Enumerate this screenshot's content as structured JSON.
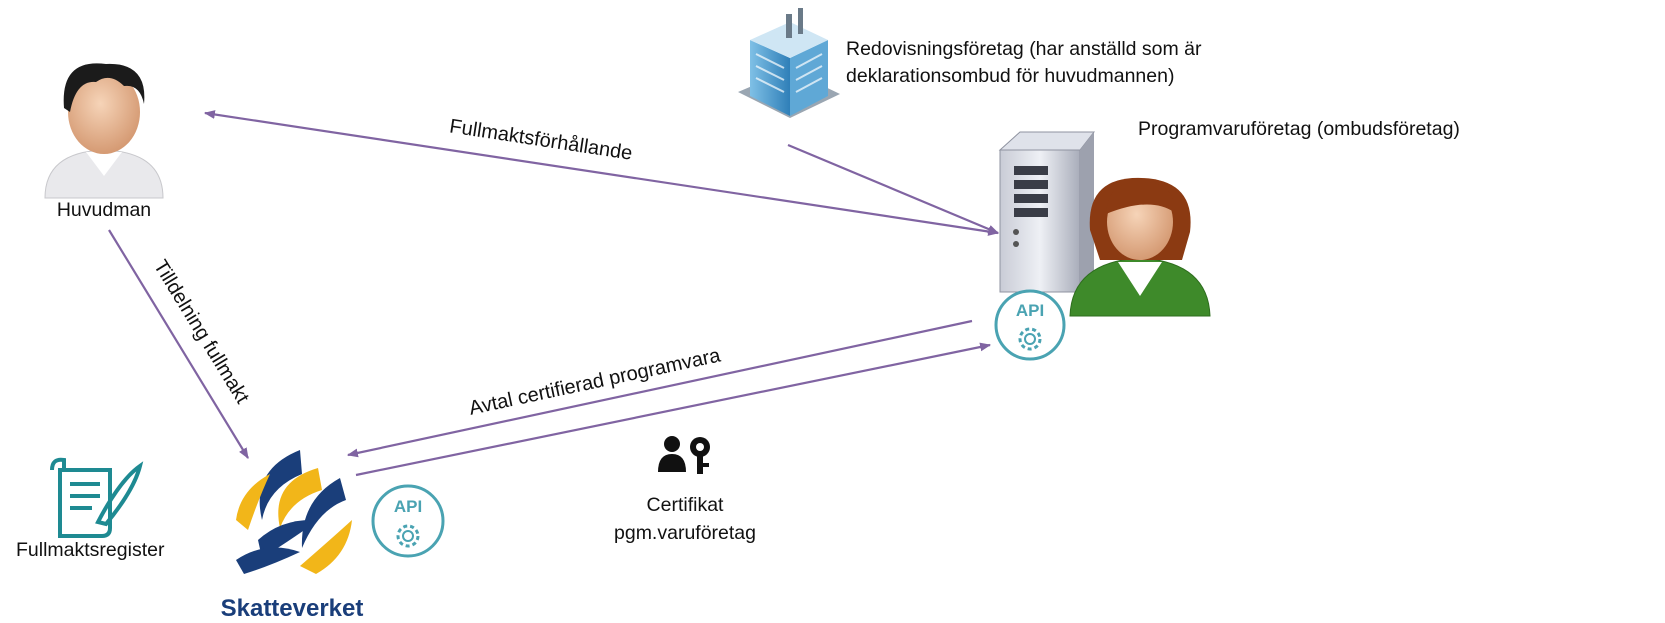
{
  "nodes": {
    "principal": {
      "label": "Huvudman",
      "icon": "person-icon"
    },
    "accounting_firm": {
      "label_line1": "Redovisningsföretag (har anställd som är",
      "label_line2": "deklarationsombud för huvudmannen)",
      "icon": "office-building-icon"
    },
    "software_company": {
      "label": "Programvaruföretag (ombudsföretag)",
      "icon": "server-with-person-icon"
    },
    "tax_agency": {
      "logo_text": "Skatteverket",
      "icon": "skatteverket-logo"
    },
    "registry": {
      "label": "Fullmaktsregister",
      "icon": "scroll-quill-icon"
    },
    "certificate": {
      "label_line1": "Certifikat",
      "label_line2": "pgm.varuföretag",
      "icon": "user-key-icon"
    },
    "api_badge": {
      "text": "API"
    }
  },
  "edges": {
    "power_of_attorney": "Fullmaktsförhållande",
    "assignment": "Tilldelning fullmakt",
    "agreement": "Avtal certifierad programvara"
  },
  "colors": {
    "arrow": "#8064a2",
    "api_teal": "#4aa3b2",
    "logo_navy": "#1a3e7a",
    "logo_yellow": "#f2b619",
    "person_green": "#3e8a2a"
  }
}
